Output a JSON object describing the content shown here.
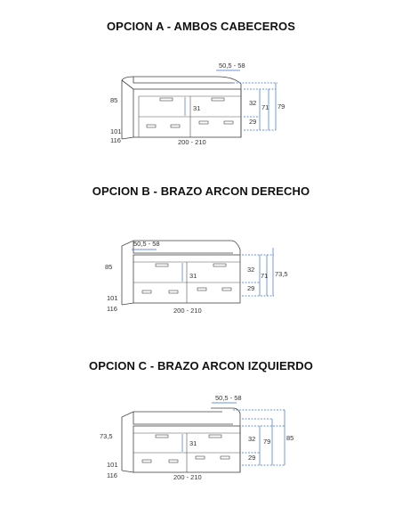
{
  "options": [
    {
      "title": "OPCION A - AMBOS CABECEROS",
      "labels": {
        "width": "50,5 - 58",
        "head_h": "85",
        "foot": "101",
        "foot2": "116",
        "length": "200 - 210",
        "mid": "31",
        "top_gap": "32",
        "drawer_h": "29",
        "h71": "71",
        "h_total": "79"
      }
    },
    {
      "title": "OPCION B - BRAZO ARCON DERECHO",
      "labels": {
        "width": "50,5 - 58",
        "head_h": "85",
        "foot": "101",
        "foot2": "116",
        "length": "200 - 210",
        "mid": "31",
        "top_gap": "32",
        "drawer_h": "29",
        "h71": "71",
        "h_total": "73,5"
      }
    },
    {
      "title": "OPCION C - BRAZO ARCON IZQUIERDO",
      "labels": {
        "width": "50,5 - 58",
        "head_h": "73,5",
        "foot": "101",
        "foot2": "116",
        "length": "200 - 210",
        "mid": "31",
        "top_gap": "32",
        "drawer_h": "29",
        "h71": "79",
        "h_total": "85"
      }
    }
  ]
}
